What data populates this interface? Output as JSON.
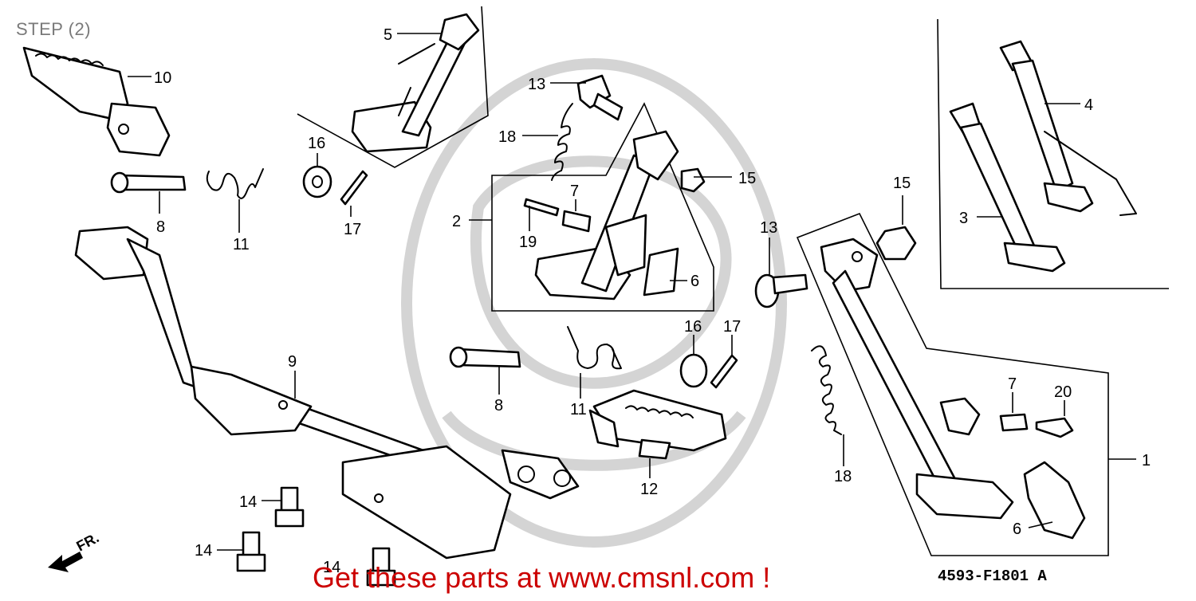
{
  "title": "STEP (2)",
  "banner": "Get these parts at www.cmsnl.com !",
  "diagram_code": "4593-F1801 A",
  "direction_label": "FR.",
  "callouts": [
    {
      "id": "c10",
      "label": "10"
    },
    {
      "id": "c5",
      "label": "5"
    },
    {
      "id": "c16a",
      "label": "16"
    },
    {
      "id": "c17a",
      "label": "17"
    },
    {
      "id": "c8a",
      "label": "8"
    },
    {
      "id": "c11a",
      "label": "11"
    },
    {
      "id": "c13a",
      "label": "13"
    },
    {
      "id": "c18a",
      "label": "18"
    },
    {
      "id": "c7a",
      "label": "7"
    },
    {
      "id": "c15a",
      "label": "15"
    },
    {
      "id": "c2",
      "label": "2"
    },
    {
      "id": "c19",
      "label": "19"
    },
    {
      "id": "c6a",
      "label": "6"
    },
    {
      "id": "c4",
      "label": "4"
    },
    {
      "id": "c3",
      "label": "3"
    },
    {
      "id": "c15b",
      "label": "15"
    },
    {
      "id": "c13b",
      "label": "13"
    },
    {
      "id": "c9",
      "label": "9"
    },
    {
      "id": "c16b",
      "label": "16"
    },
    {
      "id": "c17b",
      "label": "17"
    },
    {
      "id": "c8b",
      "label": "8"
    },
    {
      "id": "c11b",
      "label": "11"
    },
    {
      "id": "c12",
      "label": "12"
    },
    {
      "id": "c18b",
      "label": "18"
    },
    {
      "id": "c7b",
      "label": "7"
    },
    {
      "id": "c20",
      "label": "20"
    },
    {
      "id": "c1",
      "label": "1"
    },
    {
      "id": "c6b",
      "label": "6"
    },
    {
      "id": "c14a",
      "label": "14"
    },
    {
      "id": "c14b",
      "label": "14"
    },
    {
      "id": "c14c",
      "label": "14"
    }
  ]
}
